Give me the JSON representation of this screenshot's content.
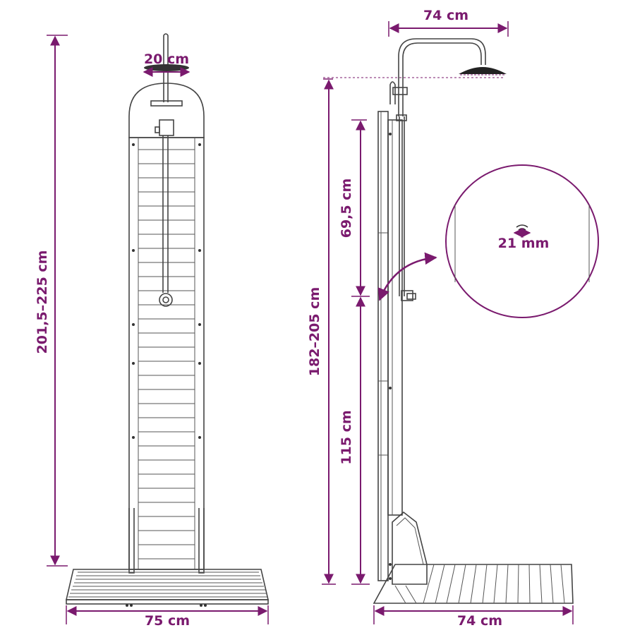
{
  "colors": {
    "accent": "#7a1a6e",
    "line": "#444444"
  },
  "front": {
    "showerhead_width": "20 cm",
    "total_height": "201,5–225 cm",
    "base_width": "75 cm"
  },
  "side": {
    "arm_width": "74 cm",
    "total_height": "182–205 cm",
    "upper_height": "69,5 cm",
    "lower_height": "115 cm",
    "base_depth": "74 cm",
    "detail_diameter": "21 mm"
  }
}
